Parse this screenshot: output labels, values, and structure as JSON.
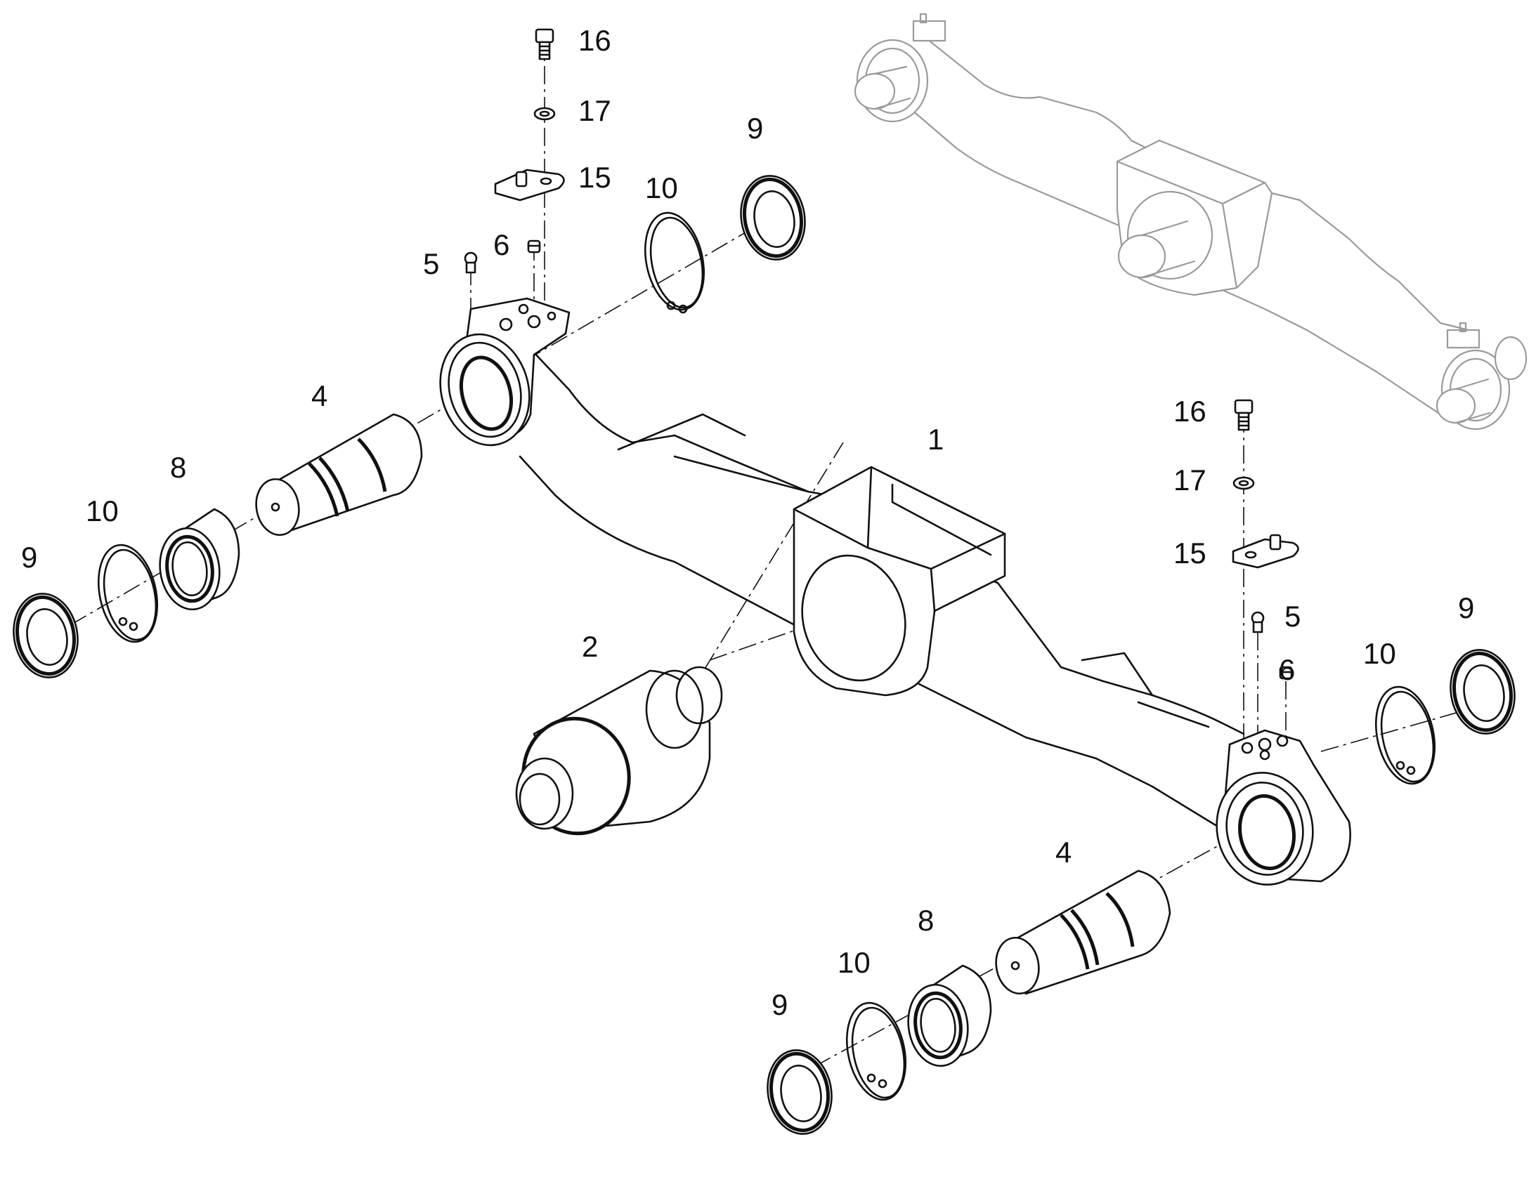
{
  "labels": [
    {
      "id": "p16a",
      "text": "16",
      "name": "callout-16-top"
    },
    {
      "id": "p17a",
      "text": "17",
      "name": "callout-17-top"
    },
    {
      "id": "p15a",
      "text": "15",
      "name": "callout-15-top"
    },
    {
      "id": "p10a",
      "text": "10",
      "name": "callout-10-top"
    },
    {
      "id": "p9a",
      "text": "9",
      "name": "callout-9-top"
    },
    {
      "id": "p5a",
      "text": "5",
      "name": "callout-5-top"
    },
    {
      "id": "p6a",
      "text": "6",
      "name": "callout-6-top"
    },
    {
      "id": "p4a",
      "text": "4",
      "name": "callout-4-left"
    },
    {
      "id": "p8a",
      "text": "8",
      "name": "callout-8-left"
    },
    {
      "id": "p10b",
      "text": "10",
      "name": "callout-10-left"
    },
    {
      "id": "p9b",
      "text": "9",
      "name": "callout-9-left"
    },
    {
      "id": "p1",
      "text": "1",
      "name": "callout-1-axle-beam"
    },
    {
      "id": "p2",
      "text": "2",
      "name": "callout-2-center-bushing"
    },
    {
      "id": "p16b",
      "text": "16",
      "name": "callout-16-right"
    },
    {
      "id": "p17b",
      "text": "17",
      "name": "callout-17-right"
    },
    {
      "id": "p15b",
      "text": "15",
      "name": "callout-15-right"
    },
    {
      "id": "p5b",
      "text": "5",
      "name": "callout-5-right"
    },
    {
      "id": "p6b",
      "text": "6",
      "name": "callout-6-right"
    },
    {
      "id": "p9c",
      "text": "9",
      "name": "callout-9-right"
    },
    {
      "id": "p10c",
      "text": "10",
      "name": "callout-10-right"
    },
    {
      "id": "p4b",
      "text": "4",
      "name": "callout-4-bottom"
    },
    {
      "id": "p8b",
      "text": "8",
      "name": "callout-8-bottom"
    },
    {
      "id": "p10d",
      "text": "10",
      "name": "callout-10-bottom"
    },
    {
      "id": "p9d",
      "text": "9",
      "name": "callout-9-bottom"
    }
  ]
}
